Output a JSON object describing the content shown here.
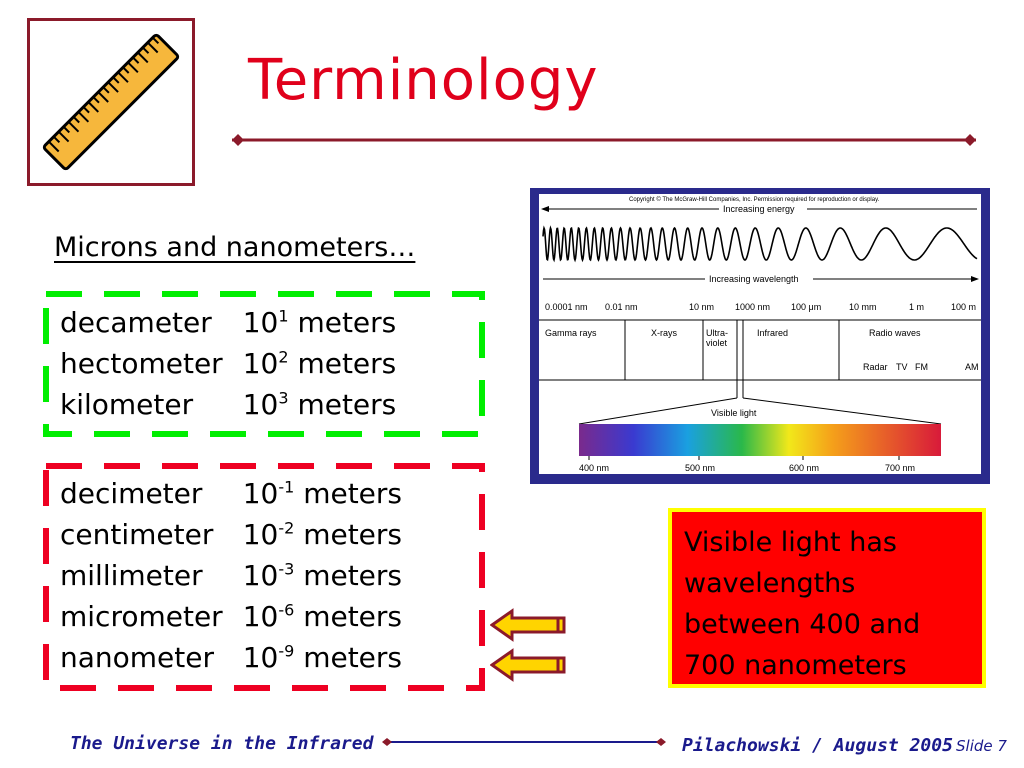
{
  "slide": {
    "title": "Terminology",
    "subtitle": "Microns and nanometers…",
    "colors": {
      "title": "#e0001b",
      "rule": "#8b1a2a",
      "green_frame": "#00ee00",
      "red_frame": "#ee0022",
      "callout_bg": "#ff0000",
      "callout_border": "#ffff00",
      "footer": "#1a1a8c"
    }
  },
  "large_units": [
    {
      "name": "decameter",
      "base": "10",
      "exp": "1",
      "unit": "meters"
    },
    {
      "name": "hectometer",
      "base": "10",
      "exp": "2",
      "unit": "meters"
    },
    {
      "name": "kilometer",
      "base": "10",
      "exp": "3",
      "unit": "meters"
    }
  ],
  "small_units": [
    {
      "name": "decimeter",
      "base": "10",
      "exp": "-1",
      "unit": "meters"
    },
    {
      "name": "centimeter",
      "base": "10",
      "exp": "-2",
      "unit": "meters"
    },
    {
      "name": "millimeter",
      "base": "10",
      "exp": "-3",
      "unit": "meters"
    },
    {
      "name": "micrometer",
      "base": "10",
      "exp": "-6",
      "unit": "meters"
    },
    {
      "name": "nanometer",
      "base": "10",
      "exp": "-9",
      "unit": "meters"
    }
  ],
  "spectrum": {
    "copyright": "Copyright © The McGraw-Hill Companies, Inc. Permission required for reproduction or display.",
    "energy_label": "Increasing energy",
    "wavelength_label": "Increasing wavelength",
    "scale_ticks": [
      "0.0001 nm",
      "0.01 nm",
      "10 nm",
      "1000 nm",
      "100 μm",
      "10 mm",
      "1 m",
      "100 m"
    ],
    "bands": [
      "Gamma rays",
      "X-rays",
      "Ultra-",
      "violet",
      "Infrared",
      "Radio waves"
    ],
    "radio_sub": [
      "Radar",
      "TV",
      "FM",
      "AM"
    ],
    "visible_label": "Visible light",
    "visible_ticks": [
      "400 nm",
      "500 nm",
      "600 nm",
      "700 nm"
    ]
  },
  "callout": "Visible light has wavelengths between 400 and 700 nanometers",
  "footer": {
    "left": "The Universe in the Infrared",
    "right": "Pilachowski / August 2005",
    "slide_num": "Slide 7"
  },
  "icons": [
    "ruler-icon",
    "arrow-left-icon"
  ]
}
